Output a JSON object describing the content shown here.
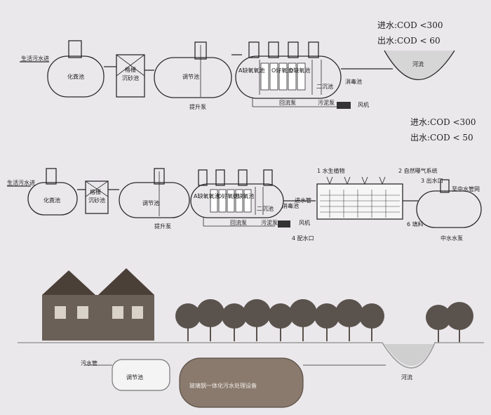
{
  "diagram1": {
    "quality": {
      "inlet": "进水:COD <300",
      "outlet": "出水:COD < 60"
    },
    "labels": {
      "inlet_pipe": "生活污水进",
      "septic": "化粪池",
      "grid": "格栅",
      "grit": "沉砂池",
      "regulating": "调节池",
      "lift_pump": "提升泵",
      "anoxic": "A缺氧氧池",
      "aerobic1": "O好氧池",
      "aerobic2": "O缺氧池",
      "secondary": "二沉池",
      "disinfection": "消毒池",
      "return_pump": "回流泵",
      "sludge_pump": "污泥泵",
      "blower": "风机",
      "river": "河流"
    }
  },
  "diagram2": {
    "quality": {
      "inlet": "进水:COD <300",
      "outlet": "出水:COD < 50"
    },
    "labels": {
      "inlet_pipe": "生活污水进",
      "septic": "化粪池",
      "grid": "格栅",
      "grit": "沉砂池",
      "regulating": "调节池",
      "lift_pump": "提升泵",
      "anoxic": "A缺氧氧池",
      "aerobic1": "O好氧池",
      "aerobic2": "O缺氧池",
      "secondary": "二沉池",
      "disinfection": "消毒池",
      "return_pump": "回流泵",
      "sludge_pump": "污泥泵",
      "blower": "风机",
      "inlet_tube": "进水管",
      "water_plant": "1 水生植物",
      "natural_aeration": "2 自然曝气系统",
      "outlet": "3 出水口",
      "distribution": "4 配水口",
      "filler": "6 填料",
      "reuse_network": "至中水管网",
      "reuse_pump": "中水水泵"
    }
  },
  "scene": {
    "sewer_pipe": "污水管",
    "regulating_tank": "调节池",
    "equipment": "玻璃钢一体化污水处理设备",
    "river": "河流"
  }
}
